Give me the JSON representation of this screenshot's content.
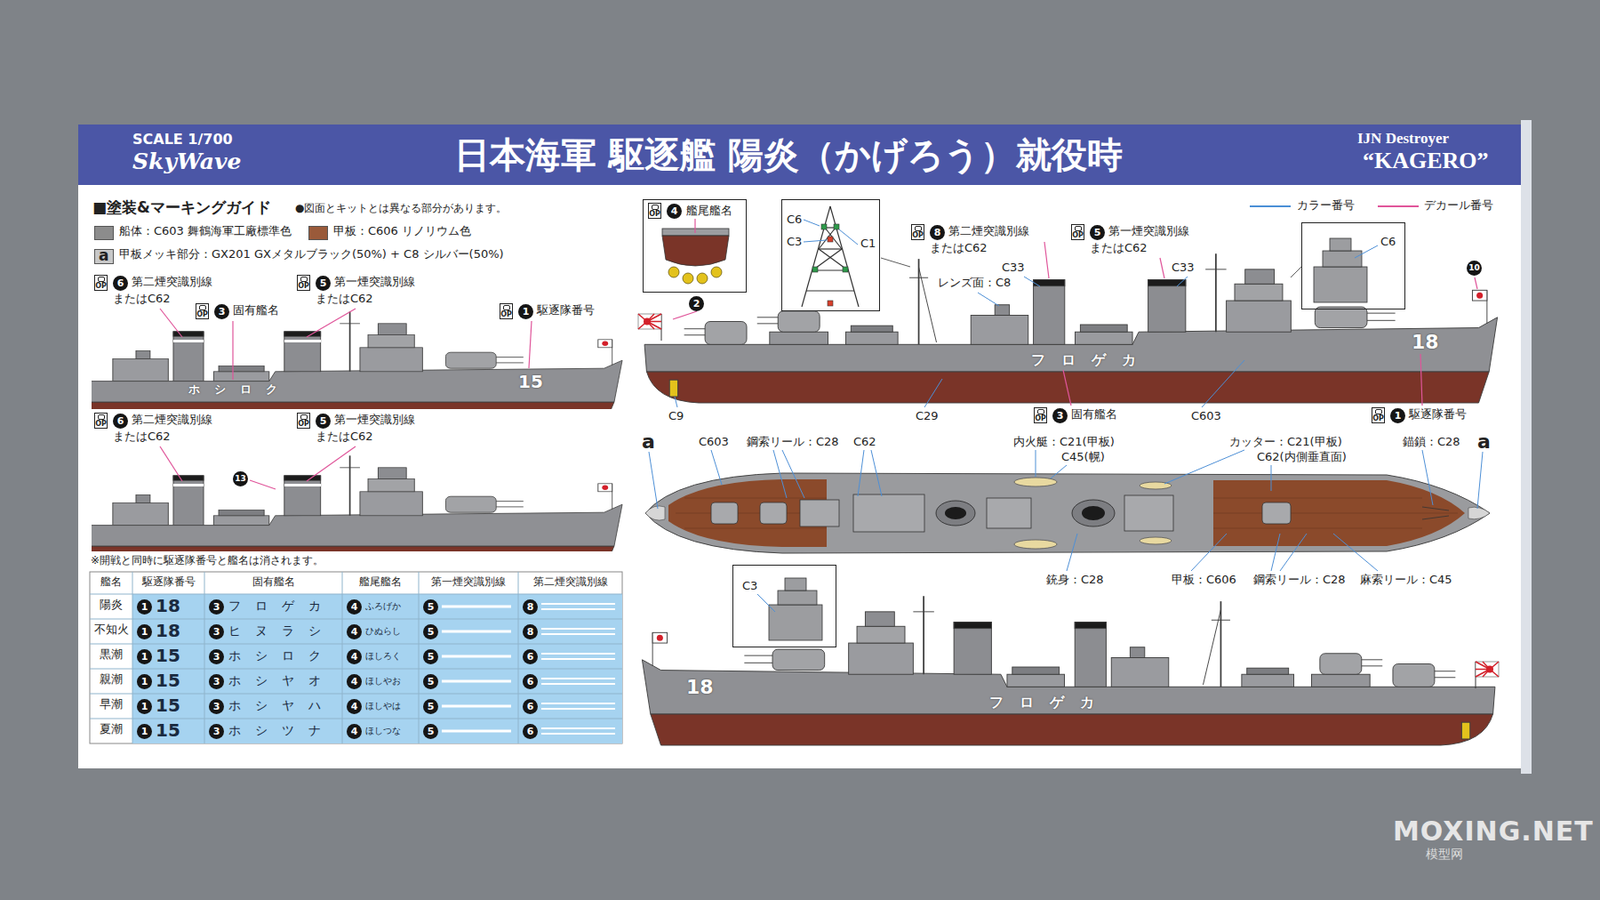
{
  "diagram": {
    "title": "日本海軍 駆逐艦 陽炎（かげろう）就役時",
    "nodes": [
      {
        "text": [
          "艦尾艦名"
        ]
      },
      {
        "text": [
          "C6",
          "C3",
          "C1"
        ]
      },
      {
        "text": [
          "C6"
        ]
      },
      {
        "text": [
          "C3"
        ]
      }
    ],
    "labels": [
      "SCALE 1/700",
      "SkyWave",
      "IJN Destroyer",
      "“KAGERO”",
      "■塗装&マーキングガイド",
      "●図面とキットとは異なる部分があります。",
      "a",
      "OP",
      "6",
      "第二煙突識別線",
      "またはC62",
      "OP",
      "3",
      "固有艦名",
      "OP",
      "5",
      "第一煙突識別線",
      "またはC62",
      "OP",
      "1",
      "駆逐隊番号",
      "ホシロク",
      "15",
      "OP",
      "6",
      "第二煙突識別線",
      "またはC62",
      "OP",
      "5",
      "第一煙突識別線",
      "またはC62",
      "13",
      "※開戦と同時に駆逐隊番号と艦名は消されます。",
      "OP",
      "4",
      "2",
      "OP",
      "8",
      "第二煙突識別線",
      "またはC62",
      "OP",
      "5",
      "第一煙突識別線",
      "またはC62",
      "レンズ面：C8",
      "C33",
      "C33",
      "10",
      "フロゲカ",
      "18",
      "C9",
      "C29",
      "OP",
      "3",
      "固有艦名",
      "C603",
      "OP",
      "1",
      "駆逐隊番号",
      "a",
      "C603",
      "鋼索リール：C28",
      "C62",
      "内火艇：C21(甲板)",
      "C45(幌)",
      "カッター：C21(甲板)",
      "C62(内側垂直面)",
      "錨鎖：C28",
      "a",
      "銃身：C28",
      "甲板：C606",
      "鋼索リール：C28",
      "麻索リール：C45",
      "18",
      "フロゲカ",
      "MOXING.NET",
      "模型网",
      "艦名",
      "駆逐隊番号",
      "固有艦名",
      "艦尾艦名",
      "第一煙突識別線",
      "第二煙突識別線",
      "陽炎",
      "1",
      "18",
      "3",
      "フロゲカ",
      "4",
      "ふろげか",
      "5",
      "8",
      "不知火",
      "1",
      "18",
      "3",
      "ヒヌラシ",
      "4",
      "ひぬらし",
      "5",
      "8",
      "黒潮",
      "1",
      "15",
      "3",
      "ホシロク",
      "4",
      "ほしろく",
      "5",
      "6",
      "親潮",
      "1",
      "15",
      "3",
      "ホシヤオ",
      "4",
      "ほしやお",
      "5",
      "6",
      "早潮",
      "1",
      "15",
      "3",
      "ホシヤハ",
      "4",
      "ほしやは",
      "5",
      "6",
      "夏潮",
      "1",
      "15",
      "3",
      "ホシツナ",
      "4",
      "ほしつな",
      "5",
      "6"
    ],
    "legend": [
      {
        "text": "船体：C603 舞鶴海軍工廠標準色",
        "color": "#8c8c8c"
      },
      {
        "text": "甲板：C606 リノリウム色",
        "color": "#9a5a3a"
      },
      {
        "text": "甲板メッキ部分：GX201 GXメタルブラック(50%) + C8 シルバー(50%)",
        "color": "#c8c8c8"
      },
      {
        "text": "カラー番号"
      },
      {
        "text": "デカール番号"
      }
    ]
  }
}
